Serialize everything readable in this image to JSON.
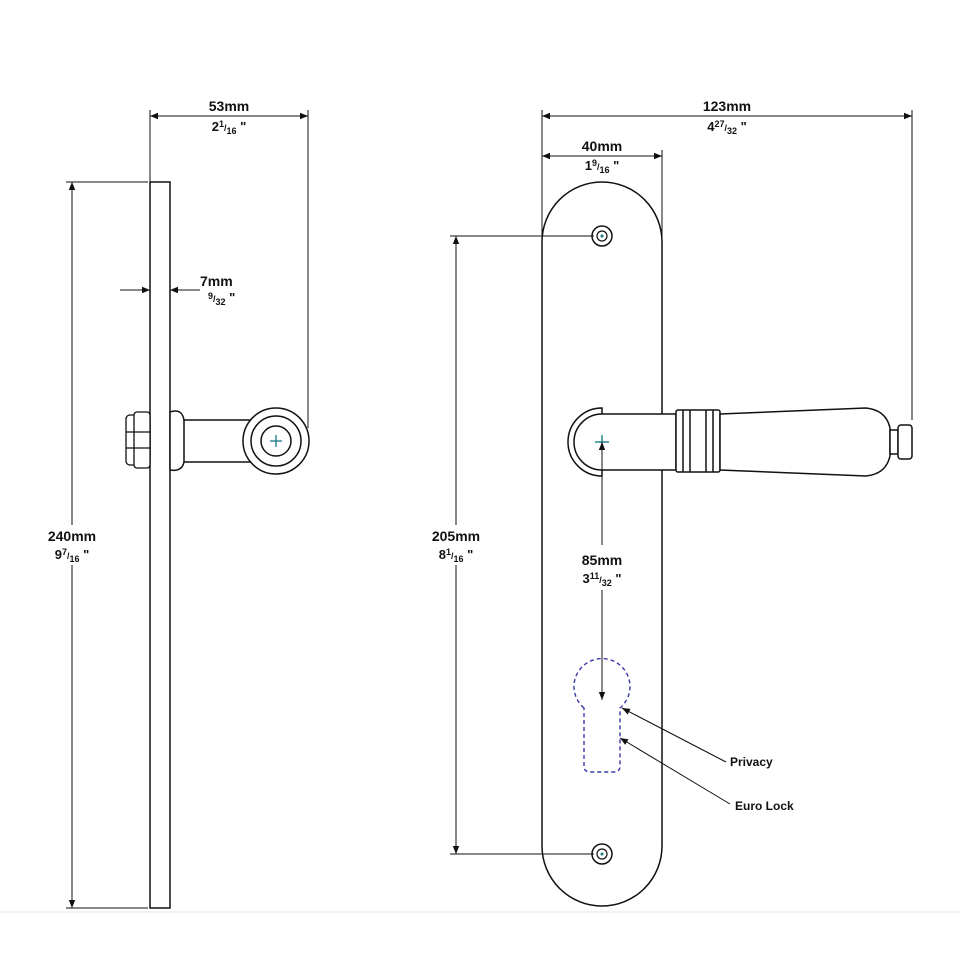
{
  "side_view": {
    "projection_dim": {
      "mm": "53mm",
      "whole": "2",
      "num": "1",
      "den": "16",
      "unit": "\""
    },
    "thickness_dim": {
      "mm": "7mm",
      "whole": "",
      "num": "9",
      "den": "32",
      "unit": "\""
    },
    "height_dim": {
      "mm": "240mm",
      "whole": "9",
      "num": "7",
      "den": "16",
      "unit": "\""
    }
  },
  "front_view": {
    "overall_width_dim": {
      "mm": "123mm",
      "whole": "4",
      "num": "27",
      "den": "32",
      "unit": "\""
    },
    "plate_width_dim": {
      "mm": "40mm",
      "whole": "1",
      "num": "9",
      "den": "16",
      "unit": "\""
    },
    "fixing_centres_dim": {
      "mm": "205mm",
      "whole": "8",
      "num": "1",
      "den": "16",
      "unit": "\""
    },
    "backset_dim": {
      "mm": "85mm",
      "whole": "3",
      "num": "11",
      "den": "32",
      "unit": "\""
    },
    "callouts": {
      "privacy": "Privacy",
      "euro_lock": "Euro Lock"
    }
  },
  "colors": {
    "line": "#111111",
    "spindle_mark": "#1a7a8a",
    "cutout_dashed": "#3a3aa8"
  }
}
